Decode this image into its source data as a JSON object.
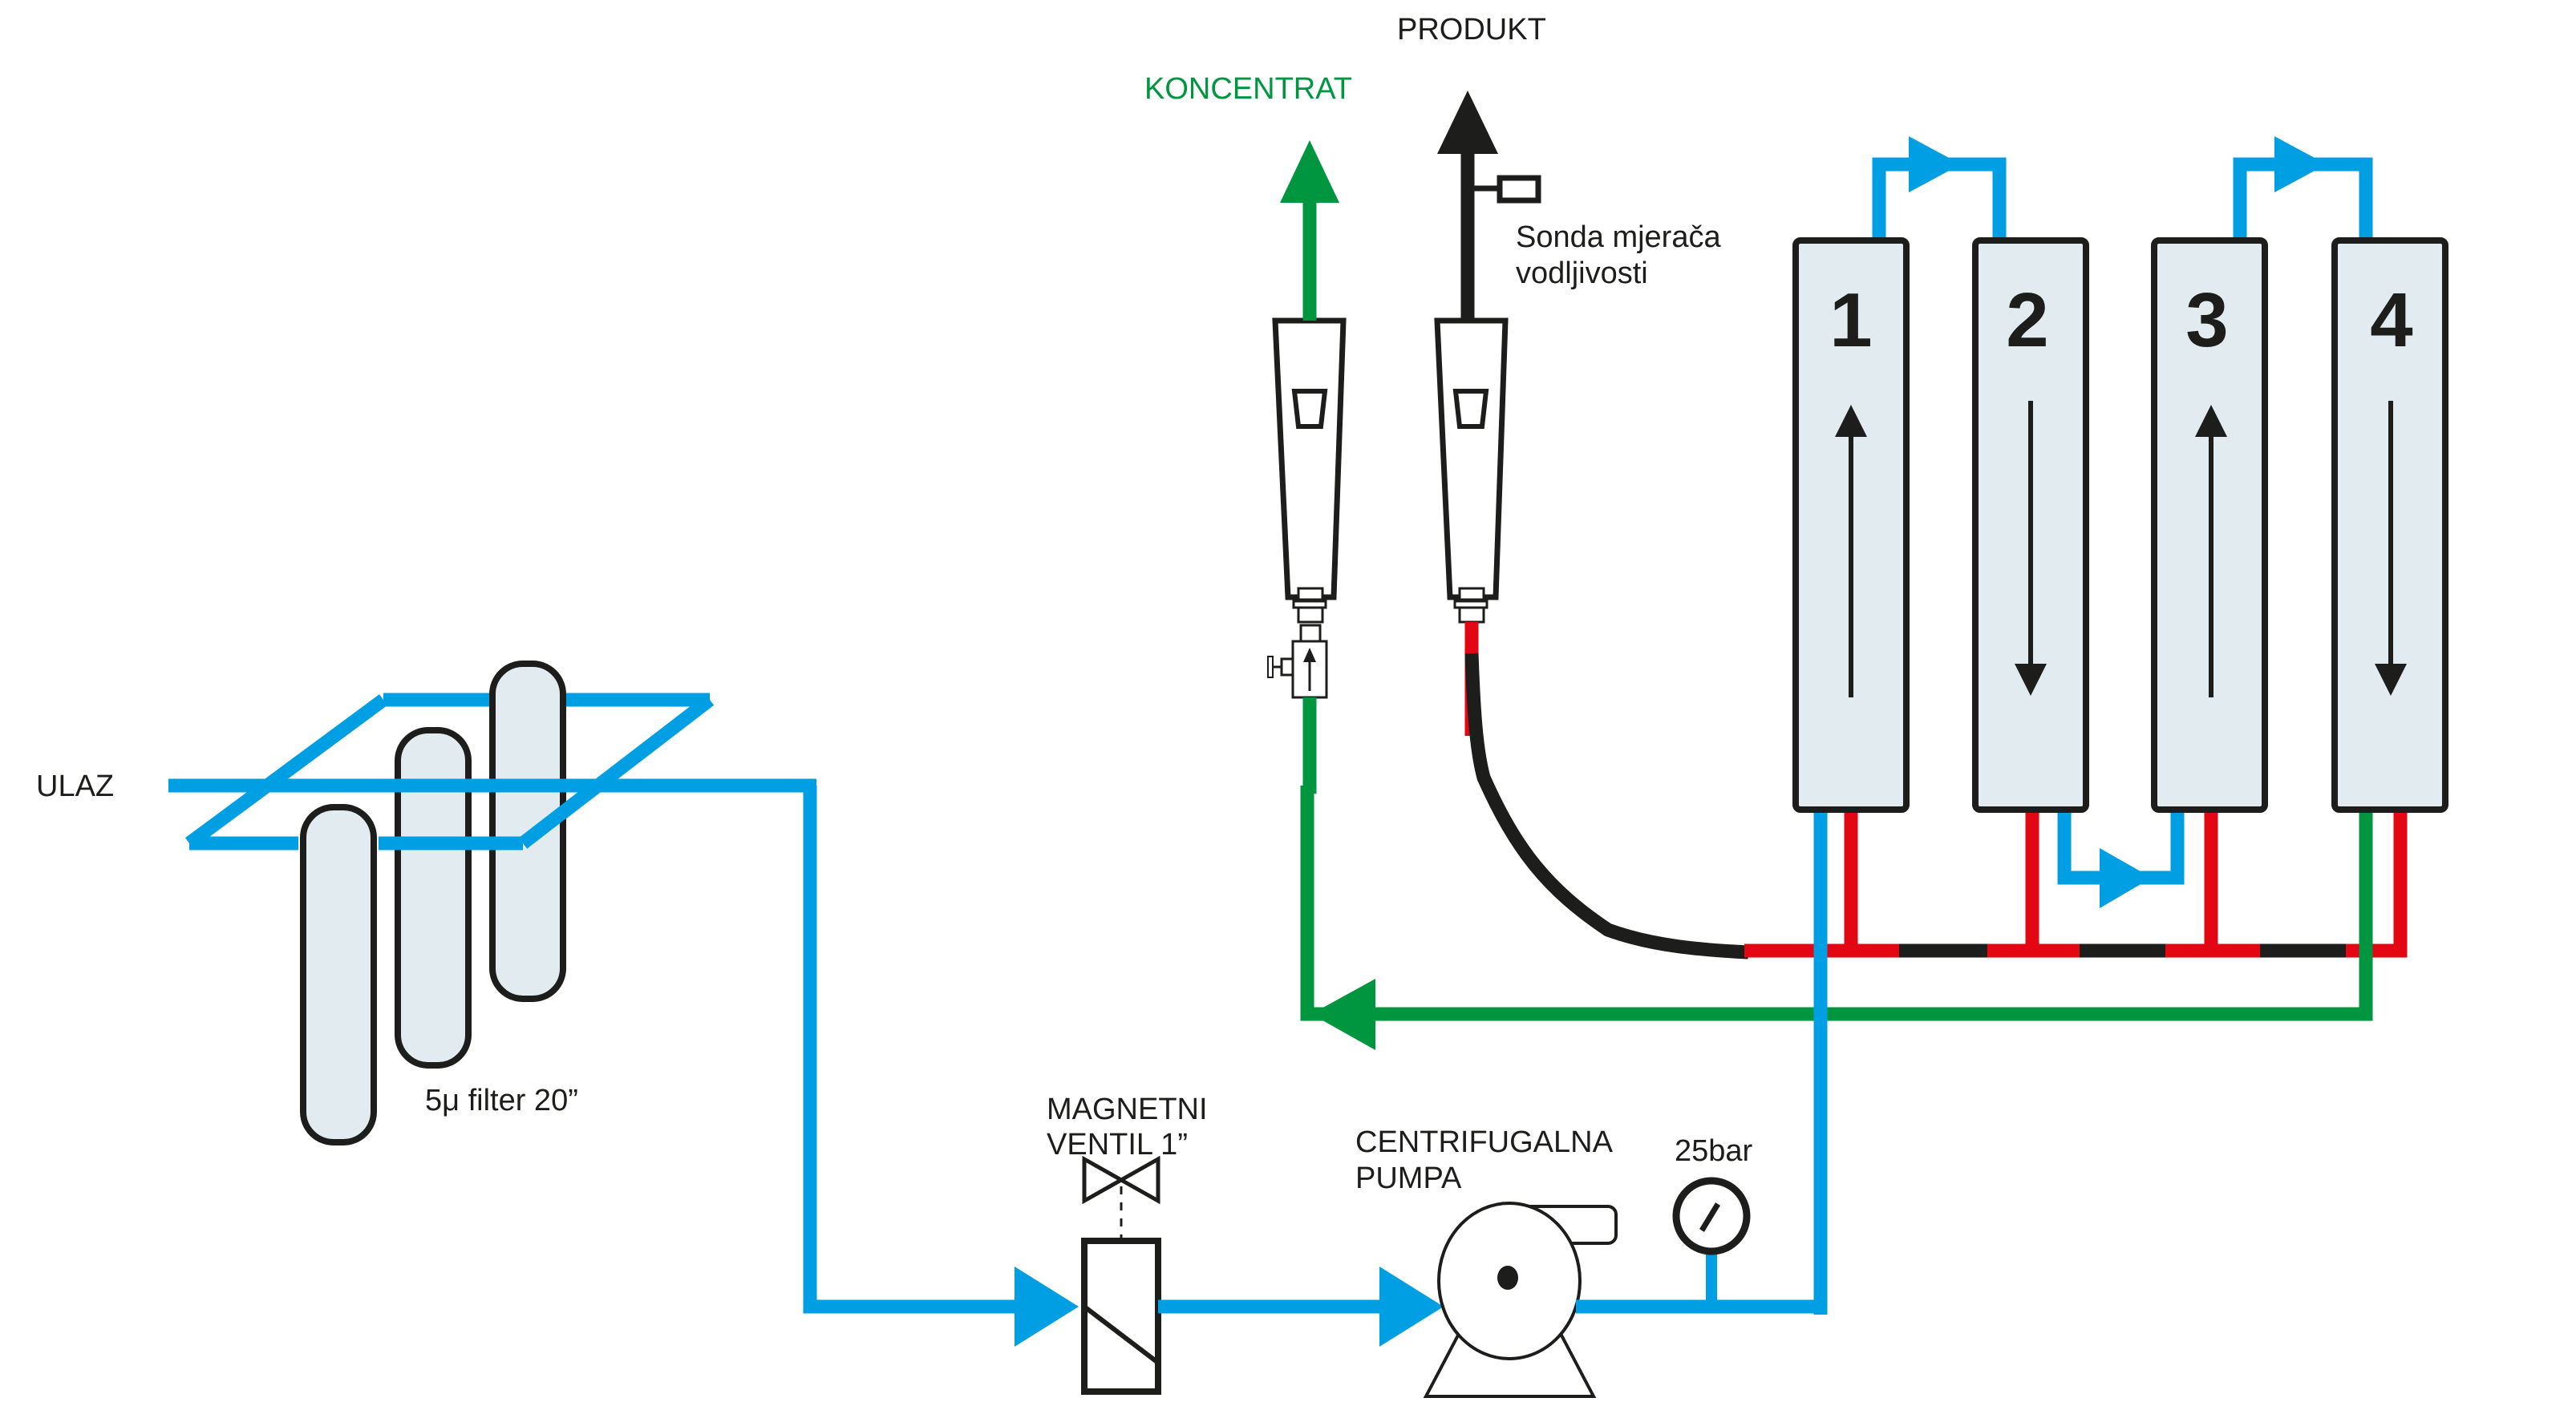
{
  "diagram": {
    "title": "Reverse osmosis system schematic",
    "colors": {
      "feed": "#009fe3",
      "concentrate": "#00963f",
      "permeate_header": "#e30613",
      "product": "#1d1d1b",
      "membrane_fill": "#e1ebf0"
    },
    "labels": {
      "inlet": "ULAZ",
      "filter": "5μ filter 20”",
      "valve_line1": "MAGNETNI",
      "valve_line2": "VENTIL 1”",
      "pump_line1": "CENTRIFUGALNA",
      "pump_line2": "PUMPA",
      "gauge": "25bar",
      "concentrate": "KONCENTRAT",
      "product": "PRODUKT",
      "sensor_line1": "Sonda mjerača",
      "sensor_line2": "vodljivosti"
    },
    "membranes": [
      {
        "number": "1",
        "flow": "up"
      },
      {
        "number": "2",
        "flow": "down"
      },
      {
        "number": "3",
        "flow": "up"
      },
      {
        "number": "4",
        "flow": "down"
      }
    ],
    "filters_count": 3
  }
}
